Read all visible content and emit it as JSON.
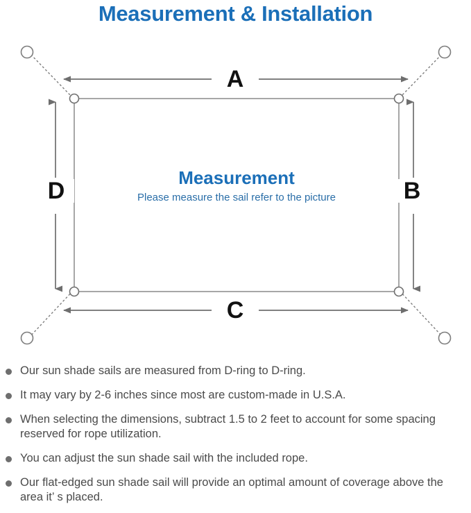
{
  "page": {
    "title": "Measurement & Installation",
    "title_color": "#1b6fb8",
    "background": "#ffffff"
  },
  "diagram": {
    "name": "sun-shade-sail-measurement-diagram",
    "sail_shape": "rectangle",
    "border_color": "#8a8a8a",
    "arrow_color": "#6e6e6e",
    "dimension_labels": [
      {
        "id": "A",
        "label": "A",
        "position": "top",
        "description": "top edge width"
      },
      {
        "id": "B",
        "label": "B",
        "position": "right",
        "description": "right edge height"
      },
      {
        "id": "C",
        "label": "C",
        "position": "bottom",
        "description": "bottom edge width"
      },
      {
        "id": "D",
        "label": "D",
        "position": "left",
        "description": "left edge height"
      }
    ],
    "d_rings": [
      {
        "corner": "top-left"
      },
      {
        "corner": "top-right"
      },
      {
        "corner": "bottom-left"
      },
      {
        "corner": "bottom-right"
      }
    ],
    "anchor_points": [
      {
        "corner": "top-left"
      },
      {
        "corner": "top-right"
      },
      {
        "corner": "bottom-left"
      },
      {
        "corner": "bottom-right"
      }
    ],
    "center": {
      "heading": "Measurement",
      "heading_color": "#1b6fb8",
      "subtitle": "Please measure the sail refer to the picture",
      "subtitle_color": "#2a6ea8"
    }
  },
  "notes": {
    "bullet_color": "#6e6e6e",
    "text_color": "#4a4a4a",
    "items": [
      "Our sun shade sails are measured from D-ring to D-ring.",
      "It may vary by 2-6 inches since most are custom-made in U.S.A.",
      "When selecting the dimensions, subtract 1.5 to 2 feet to account for some spacing reserved for rope utilization.",
      "You can adjust the sun shade sail with the included rope.",
      "Our flat-edged sun shade sail will provide an optimal amount of coverage above the area it’ s placed."
    ]
  }
}
